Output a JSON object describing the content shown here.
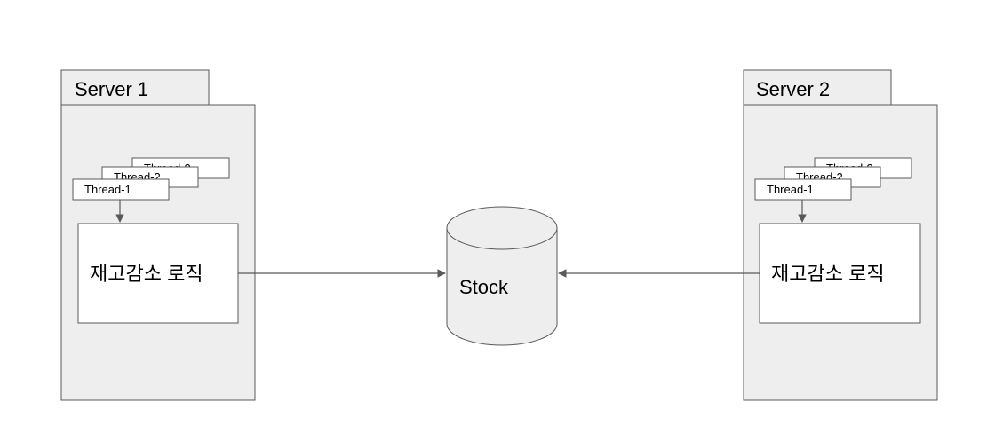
{
  "servers": [
    {
      "title": "Server 1",
      "threads": [
        "Thread-1",
        "Thread-2",
        "Thread-3"
      ],
      "logic_label": "재고감소 로직"
    },
    {
      "title": "Server 2",
      "threads": [
        "Thread-1",
        "Thread-2",
        "Thread-3"
      ],
      "logic_label": "재고감소 로직"
    }
  ],
  "database": {
    "label": "Stock"
  },
  "colors": {
    "server_fill": "#eeeeee",
    "stroke": "#595959",
    "box_fill": "#ffffff",
    "connector": "#595959"
  }
}
